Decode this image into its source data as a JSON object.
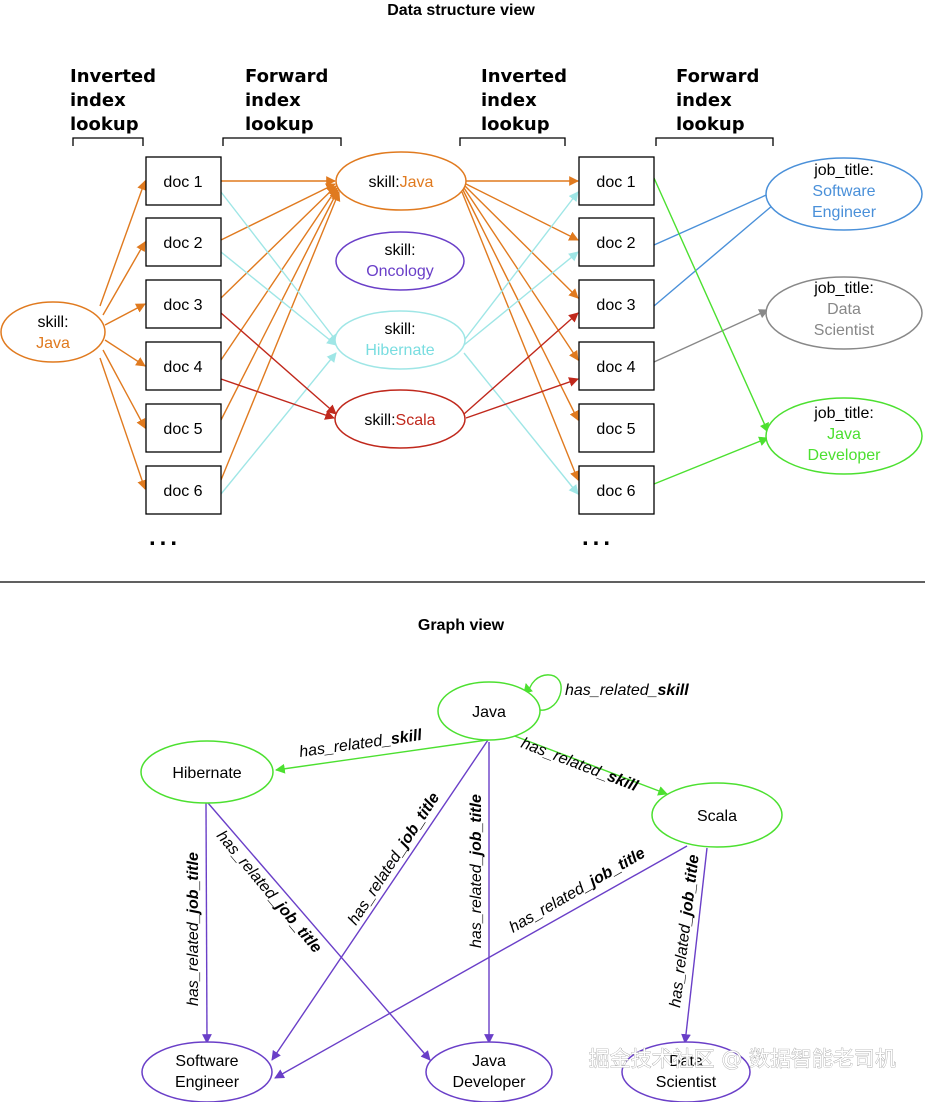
{
  "top_title": "Data structure view",
  "bottom_title": "Graph view",
  "headers": [
    {
      "lines": [
        "Inverted",
        "index",
        "lookup"
      ]
    },
    {
      "lines": [
        "Forward",
        "index",
        "lookup"
      ]
    },
    {
      "lines": [
        "Inverted",
        "index",
        "lookup"
      ]
    },
    {
      "lines": [
        "Forward",
        "index",
        "lookup"
      ]
    }
  ],
  "left_docs": [
    "doc 1",
    "doc 2",
    "doc 3",
    "doc 4",
    "doc 5",
    "doc 6"
  ],
  "right_docs": [
    "doc 1",
    "doc 2",
    "doc 3",
    "doc 4",
    "doc 5",
    "doc 6"
  ],
  "ellipsis": "...",
  "query_node": {
    "prefix": "skill:",
    "value": "Java",
    "color": "#e07a1f"
  },
  "skill_nodes": [
    {
      "prefix": "skill:",
      "value": "Java",
      "color": "#e07a1f"
    },
    {
      "prefix": "skill:",
      "value": "Oncology",
      "color": "#6a3fc8"
    },
    {
      "prefix": "skill:",
      "value": "Hibernate",
      "color": "#79dde0"
    },
    {
      "prefix": "skill:",
      "value": "Scala",
      "color": "#c0281c"
    }
  ],
  "job_nodes": [
    {
      "prefix": "job_title:",
      "lines": [
        "Software",
        "Engineer"
      ],
      "color": "#4a90d9"
    },
    {
      "prefix": "job_title:",
      "lines": [
        "Data",
        "Scientist"
      ],
      "color": "#888888"
    },
    {
      "prefix": "job_title:",
      "lines": [
        "Java",
        "Developer"
      ],
      "color": "#4ce030"
    }
  ],
  "graph": {
    "nodes": {
      "java": "Java",
      "hibernate": "Hibernate",
      "scala": "Scala",
      "software_engineer": [
        "Software",
        "Engineer"
      ],
      "java_developer": [
        "Java",
        "Developer"
      ],
      "data_scientist": [
        "Data",
        "Scientist"
      ]
    },
    "edge_prefix": "has_related_",
    "edge_skill": "skill",
    "edge_job": "job_title",
    "colors": {
      "skill_edge": "#4ce030",
      "job_edge": "#6a3fc8",
      "green_node": "#4ce030",
      "purple_node": "#6a3fc8"
    }
  },
  "watermark": "掘金技术社区 @ 数据智能老司机"
}
